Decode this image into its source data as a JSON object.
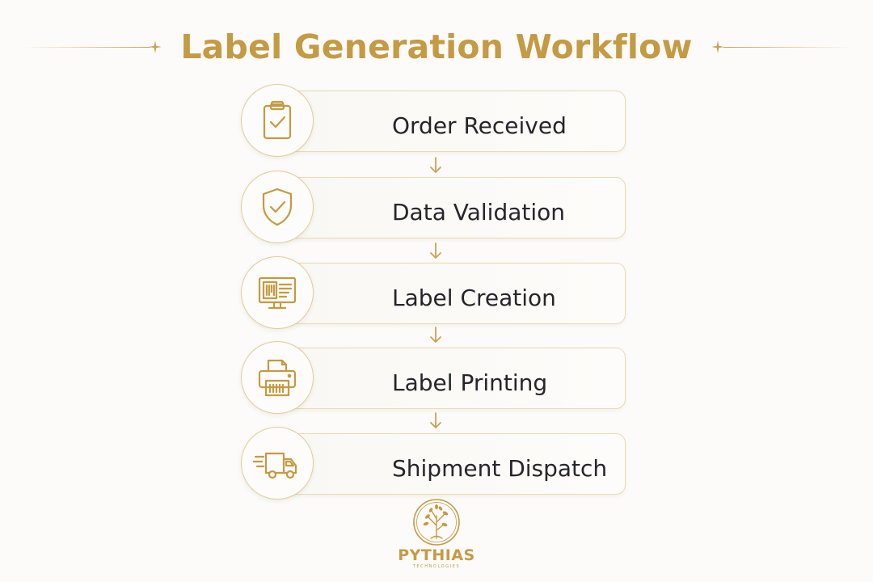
{
  "title": "Label Generation Workflow",
  "accent_color": "#c49a43",
  "steps": [
    {
      "label": "Order Received",
      "icon": "clipboard-check-icon"
    },
    {
      "label": "Data Validation",
      "icon": "shield-check-icon"
    },
    {
      "label": "Label Creation",
      "icon": "monitor-label-icon"
    },
    {
      "label": "Label Printing",
      "icon": "printer-icon"
    },
    {
      "label": "Shipment Dispatch",
      "icon": "delivery-truck-icon"
    }
  ],
  "connector_icon": "arrow-down-icon",
  "logo": {
    "name": "PYTHIAS",
    "tagline": "TECHNOLOGIES",
    "icon": "tree-emblem-icon"
  }
}
